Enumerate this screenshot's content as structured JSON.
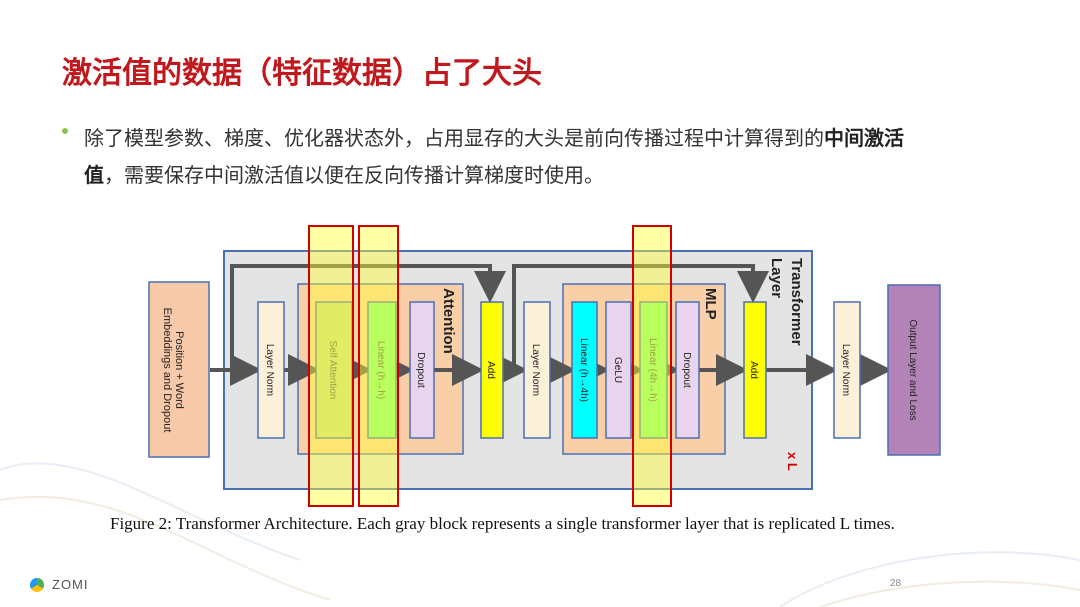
{
  "slide": {
    "title": "激活值的数据（特征数据）占了大头",
    "bullet_normal": "除了模型参数、梯度、优化器状态外，占用显存的大头是前向传播过程中计算得到的",
    "bullet_bold_1": "中间激活",
    "bullet_bold_2": "值",
    "bullet_tail": "，需要保存中间激活值以便在反向传播计算梯度时使用。",
    "brand": "ZOMI",
    "page_number": "28"
  },
  "diagram": {
    "transformer_label_1": "Transformer",
    "transformer_label_2": "Layer",
    "repeat_label": "x L",
    "attention_label": "Attention",
    "mlp_label": "MLP",
    "blocks": {
      "embed_1": "Position + Word",
      "embed_2": "Embeddings and Dropout",
      "layernorm_1": "Layer Norm",
      "self_attention": "Self Attention",
      "linear_hh": "Linear (h→h)",
      "dropout_1": "Dropout",
      "add_1": "Add",
      "layernorm_2": "Layer Norm",
      "linear_h4h": "Linear (h→4h)",
      "gelu": "GeLU",
      "linear_4hh": "Linear (4h→h)",
      "dropout_2": "Dropout",
      "add_2": "Add",
      "layernorm_3": "Layer Norm",
      "output_loss": "Output Layer and Loss"
    },
    "caption": "Figure 2: Transformer Architecture. Each gray block represents a single transformer layer that is replicated L times."
  },
  "colors": {
    "title": "#c0181c",
    "highlight": "#ffff33",
    "highlight_border": "#d00000",
    "embed": "#f8c9a8",
    "layer_norm": "#fdf0d8",
    "attention_bg": "#f9cfa8",
    "mlp_bg": "#f9cfa8",
    "add": "#ffff00",
    "linear_cyan": "#00ffff",
    "linear_green": "#80ff80",
    "dropout": "#e8d4ec",
    "output": "#b383b8",
    "gray_block": "#e4e4e4",
    "frame": "#4a6fb5"
  }
}
